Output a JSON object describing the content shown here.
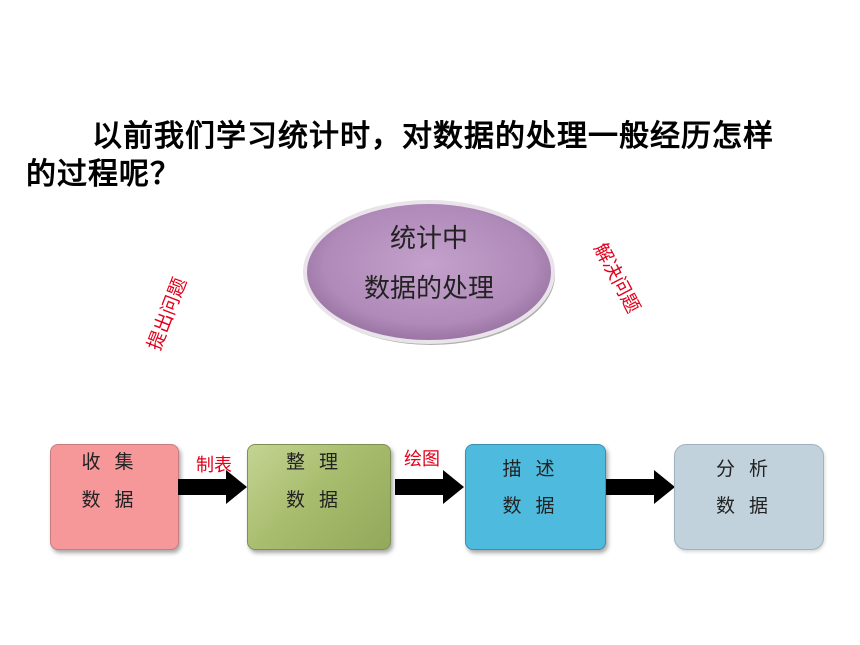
{
  "question": {
    "line1": "以前我们学习统计时，对数据的处理一般经历怎样",
    "line2": "的过程呢？"
  },
  "center": {
    "line1": "统计中",
    "line2": "数据的处理",
    "fill_color": "#b48cbe"
  },
  "side_labels": {
    "left": "提出问题",
    "right": "解决问题"
  },
  "steps": [
    {
      "line1": "收集",
      "line2": "数据",
      "color": "#f6979a"
    },
    {
      "line1": "整理",
      "line2": "数据",
      "color": "#a9bd6e"
    },
    {
      "line1": "描述",
      "line2": "数据",
      "color": "#4ebbde"
    },
    {
      "line1": "分析",
      "line2": "数据",
      "color": "#c1d2dc"
    }
  ],
  "arrow_labels": {
    "first": "制表",
    "second": "绘图"
  },
  "colors": {
    "accent_red": "#e3001b",
    "arrow": "#000000"
  }
}
